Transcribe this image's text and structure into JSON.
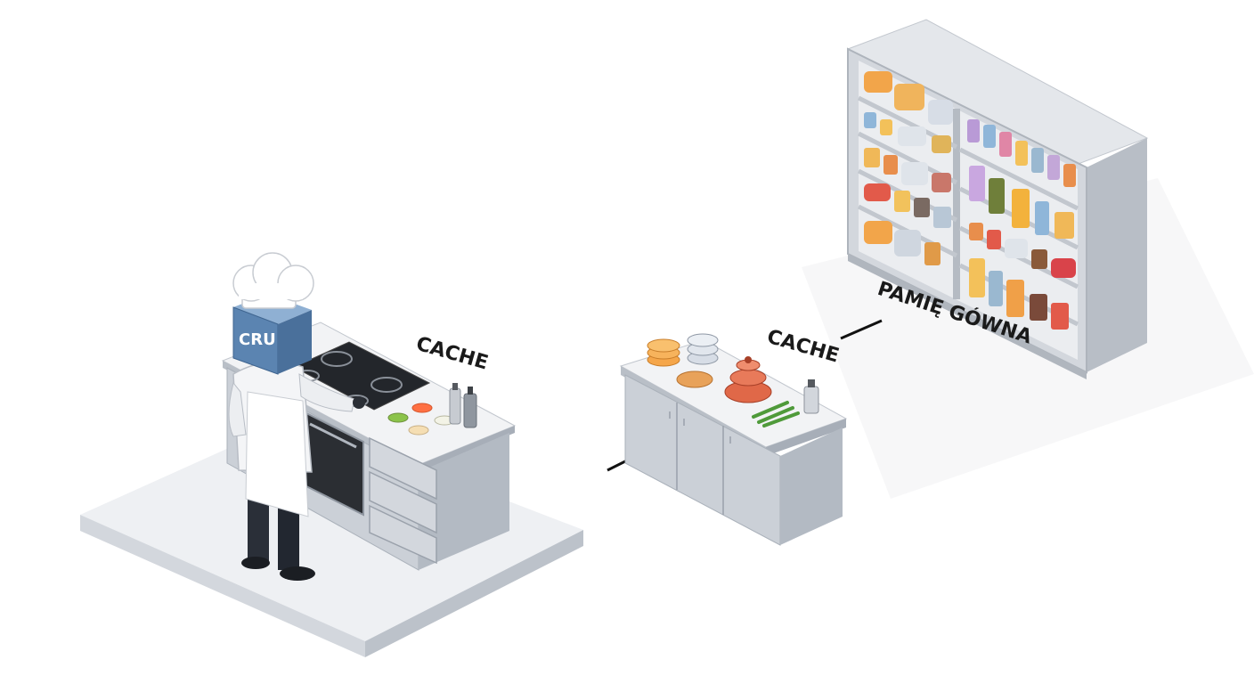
{
  "labels": {
    "chef_badge": "CRU",
    "cache_near_stove": "CACHE",
    "cache_counter": "CACHE",
    "main_memory": "PAMIĘ GÓWNA"
  },
  "colors": {
    "background": "#ffffff",
    "platform_top": "#eef0f3",
    "cabinet": "#c7ccd3",
    "shelf": "#d9dce1",
    "chef_head": "#5b84b1",
    "text": "#1a1a1a"
  },
  "icons": [
    "chef-hat-icon",
    "stove-icon",
    "oven-icon",
    "bottle-icon",
    "pot-icon",
    "plates-icon",
    "arrow-icon"
  ]
}
